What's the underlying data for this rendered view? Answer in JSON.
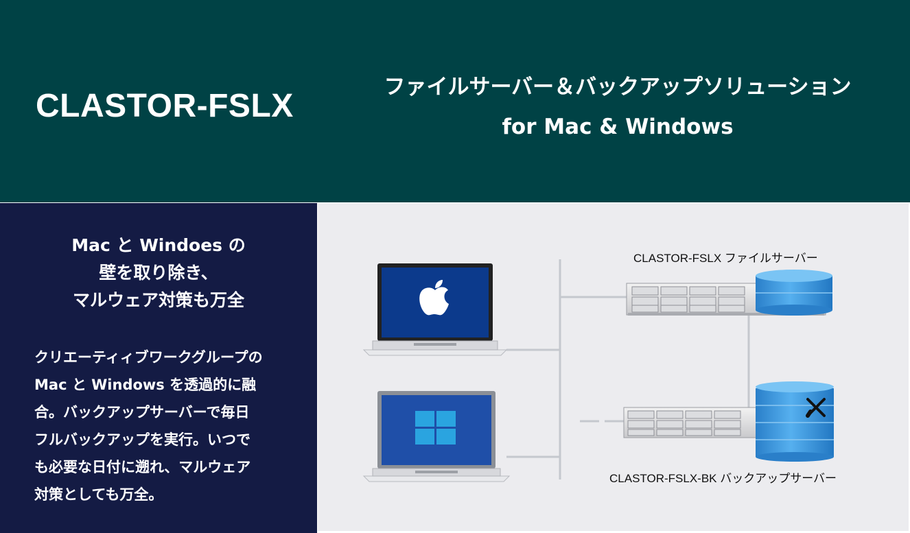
{
  "header": {
    "product_name": "CLASTOR-FSLX",
    "subtitle_line1": "ファイルサーバー＆バックアップソリューション",
    "subtitle_line2": "for Mac & Windows",
    "background_color": "#004245"
  },
  "left_panel": {
    "title_lines": [
      "Mac と Windoes の",
      "壁を取り除き、",
      "マルウェア対策も万全"
    ],
    "body_lines": [
      "クリエーティィブワークグループの",
      "Mac と Windows を透過的に融",
      "合。バックアップサーバーで毎日",
      "フルバックアップを実行。いつで",
      "も必要な日付に遡れ、マルウェア",
      "対策としても万全。"
    ],
    "background_color": "#141b44"
  },
  "diagram": {
    "file_server_label": "CLASTOR-FSLX ファイルサーバー",
    "backup_server_label": "CLASTOR-FSLX-BK バックアップサーバー",
    "icons": [
      "apple-laptop",
      "windows-laptop",
      "file-server-rack",
      "backup-server-rack",
      "storage-cylinder",
      "pencil-cross-icon"
    ],
    "colors": {
      "mac_screen": "#0c3a8c",
      "windows_screen": "#1f4fa8",
      "windows_logo": "#2aa4e0",
      "storage": "#2f8fd8",
      "panel_background": "#ececef"
    }
  }
}
